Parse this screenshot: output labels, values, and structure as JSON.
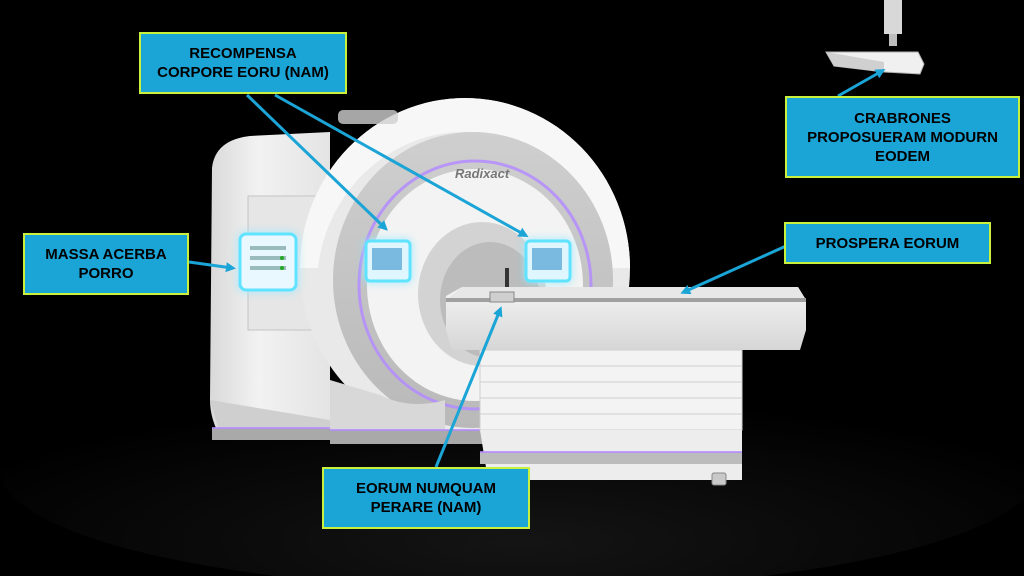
{
  "callouts": {
    "recompensa": "RECOMPENSA\nCORPORE EORU (NAM)",
    "crabrones": "CRABRONES\nPROPOSUERAM MODURN\nEODEM",
    "massa": "MASSA ACERBA\nPORRO",
    "prospera": "PROSPERA EORUM",
    "eorum": "EORUM NUMQUAM\nPERARE (NAM)"
  },
  "machine": {
    "brand": "Radixact"
  },
  "colors": {
    "background": "#000000",
    "callout_fill": "#1ba4d6",
    "callout_border": "#c8f03c",
    "arrow": "#1ba4d6",
    "accent_glow": "#b48cff"
  }
}
